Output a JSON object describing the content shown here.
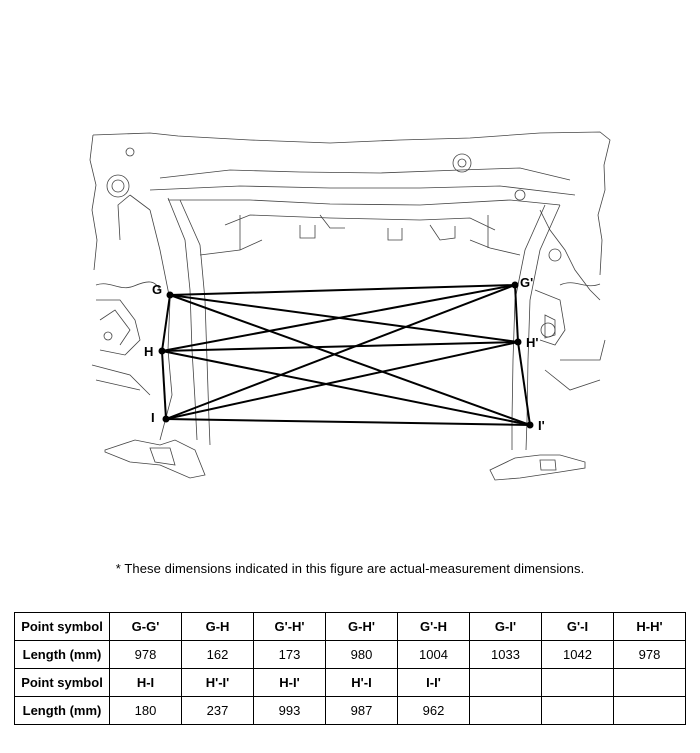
{
  "points": {
    "G": "G",
    "G_prime": "G'",
    "H": "H",
    "H_prime": "H'",
    "I": "I",
    "I_prime": "I'"
  },
  "note": "*  These dimensions indicated in this figure are actual-measurement dimensions.",
  "table": {
    "row_label_symbol": "Point symbol",
    "row_label_length": "Length (mm)",
    "group1": {
      "symbols": [
        "G-G'",
        "G-H",
        "G'-H'",
        "G-H'",
        "G'-H",
        "G-I'",
        "G'-I",
        "H-H'"
      ],
      "lengths": [
        "978",
        "162",
        "173",
        "980",
        "1004",
        "1033",
        "1042",
        "978"
      ]
    },
    "group2": {
      "symbols": [
        "H-I",
        "H'-I'",
        "H-I'",
        "H'-I",
        "I-I'",
        "",
        "",
        ""
      ],
      "lengths": [
        "180",
        "237",
        "993",
        "987",
        "962",
        "",
        "",
        ""
      ]
    }
  }
}
